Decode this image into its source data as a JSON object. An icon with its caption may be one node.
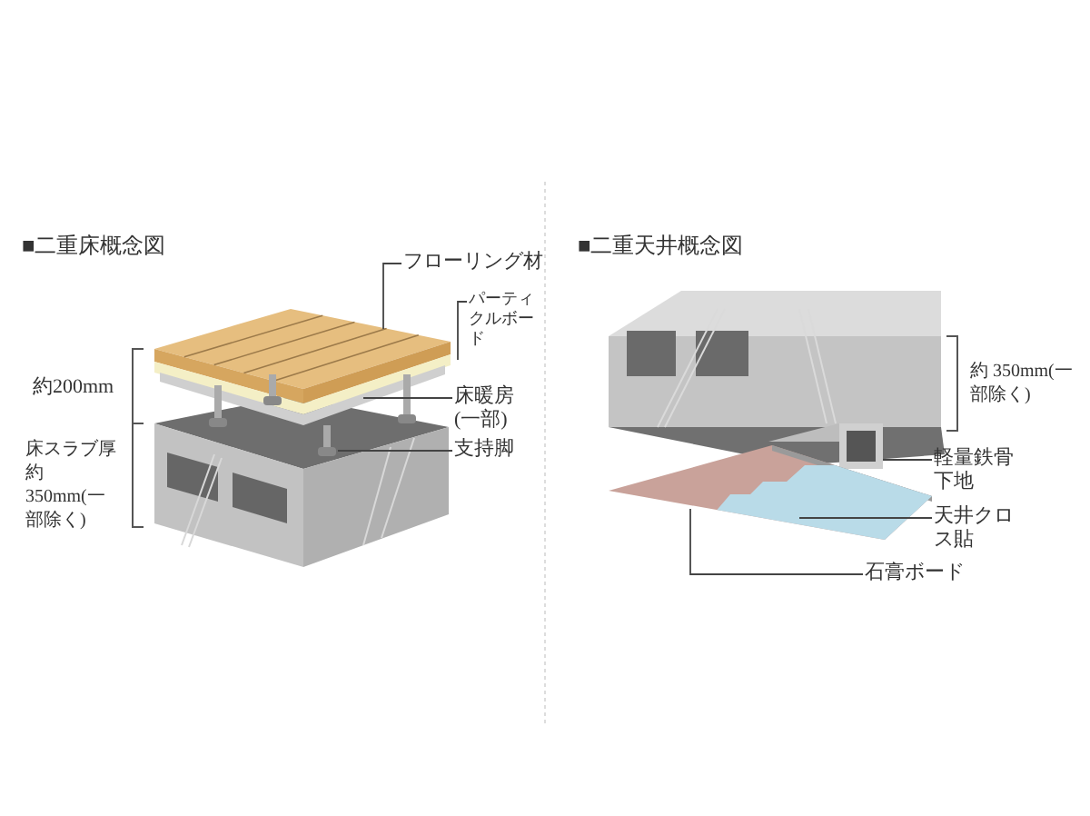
{
  "diagram": {
    "nodes": [
      {
        "text": [
          "フローリング材"
        ]
      },
      {
        "text": [],
        "shape": "picture"
      },
      {
        "text": [
          "パーティクルボード"
        ]
      },
      {
        "text": [],
        "shape": "picture"
      },
      {
        "text": [
          "床暖房(一部)"
        ]
      },
      {
        "text": [],
        "shape": "picture"
      },
      {
        "text": [
          "支持脚"
        ]
      },
      {
        "text": [],
        "shape": "picture"
      },
      {
        "text": [
          "軽量鉄骨下地"
        ]
      },
      {
        "text": [],
        "shape": "picture"
      },
      {
        "text": [
          "石膏ボード"
        ]
      },
      {
        "text": [],
        "shape": "picture"
      },
      {
        "text": [
          "天井クロス貼"
        ]
      },
      {
        "text": [],
        "shape": "picture",
        "in": 11
      }
    ],
    "edges": [
      {
        "from": 0,
        "to": 1,
        "arrow": "none"
      },
      {
        "from": 2,
        "to": 3,
        "arrow": "none"
      },
      {
        "from": 4,
        "to": 5,
        "arrow": "none"
      },
      {
        "from": 6,
        "to": 7,
        "arrow": "none"
      },
      {
        "from": 8,
        "to": 9,
        "arrow": "none"
      },
      {
        "from": 12,
        "to": 13,
        "arrow": "none"
      },
      {
        "from": 10,
        "to": 11,
        "arrow": "none"
      }
    ],
    "labels": [
      "■二重床概念図",
      "約200mm",
      "床スラブ厚約350mm(一部除く)",
      "■二重天井概念図",
      "約 350mm(一部除く)"
    ]
  }
}
